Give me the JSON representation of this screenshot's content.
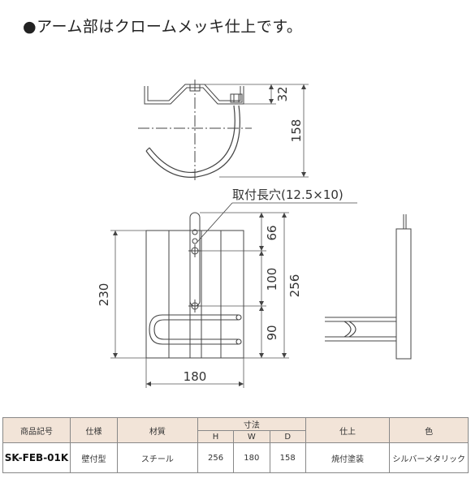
{
  "note": "●アーム部はクロームメッキ仕上です。",
  "drawing": {
    "top_dims": [
      "32",
      "158"
    ],
    "slot_label": "取付長穴(12.5×10)",
    "front_dims": [
      "66",
      "100",
      "90",
      "256",
      "230",
      "180"
    ]
  },
  "table": {
    "headers": {
      "model": "商品記号",
      "spec": "仕様",
      "material": "材質",
      "dims": "寸法",
      "h": "H",
      "w": "W",
      "d": "D",
      "finish": "仕上",
      "color": "色"
    },
    "row": {
      "model": "SK-FEB-01K",
      "spec": "壁付型",
      "material": "スチール",
      "h": "256",
      "w": "180",
      "d": "158",
      "finish": "焼付塗装",
      "color": "シルバーメタリック"
    }
  }
}
